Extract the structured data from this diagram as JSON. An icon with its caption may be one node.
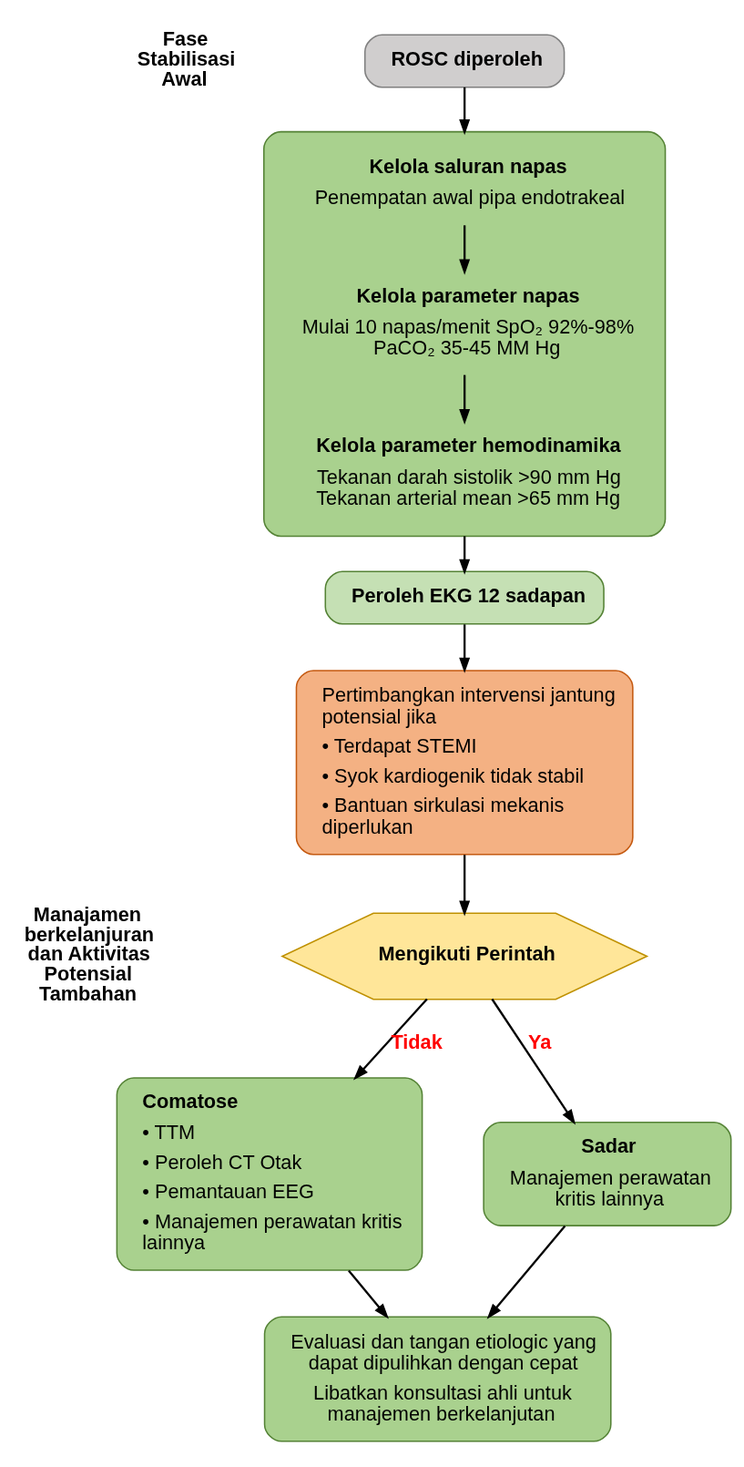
{
  "diagram": {
    "nodes": [
      {
        "text": [
          "ROSC diperoleh"
        ]
      },
      {
        "text": [],
        "shape": "box"
      },
      {
        "text": [
          "Kelola saluran napas",
          "Penempatan awal pipa endotrakeal"
        ],
        "in": 1
      },
      {
        "text": [
          "Kelola parameter napas",
          "Mulai 10 napas/menit SpO₂ 92%-98% PaCO₂ 35-45 MM Hg"
        ],
        "in": 1
      },
      {
        "text": [
          "Kelola parameter hemodinamika",
          "Tekanan darah sistolik >90 mm Hg Tekanan arterial mean >65 mm Hg"
        ],
        "in": 1
      },
      {
        "text": [
          "Peroleh EKG 12 sadapan"
        ]
      },
      {
        "text": [
          "Pertimbangkan intervensi jantung potensial jika",
          "• Terdapat STEMI",
          "• Syok kardiogenik tidak stabil",
          "• Bantuan sirkulasi mekanis diperlukan"
        ]
      },
      {
        "text": [
          "Mengikuti Perintah"
        ]
      },
      {
        "text": [
          "Comatose",
          "• TTM",
          "• Peroleh CT Otak",
          "• Pemantauan EEG",
          "• Manajemen perawatan kritis lainnya"
        ]
      },
      {
        "text": [
          "Sadar",
          "Manajemen perawatan kritis lainnya"
        ]
      },
      {
        "text": [
          "Evaluasi dan tangan etiologic yang dapat dipulihkan dengan cepat",
          "Libatkan konsultasi ahli untuk manajemen berkelanjutan"
        ]
      }
    ],
    "edges": [
      {
        "from": 0,
        "to": 1,
        "arrow": "to"
      },
      {
        "from": 2,
        "to": 3,
        "arrow": "to"
      },
      {
        "from": 3,
        "to": 4,
        "arrow": "to"
      },
      {
        "from": 1,
        "to": 5,
        "arrow": "to"
      },
      {
        "from": 5,
        "to": 6,
        "arrow": "to"
      },
      {
        "from": 6,
        "to": 7,
        "arrow": "to"
      },
      {
        "from": 7,
        "to": 8,
        "arrow": "to",
        "label": "Tidak"
      },
      {
        "from": 7,
        "to": 9,
        "arrow": "to",
        "label": "Ya"
      },
      {
        "from": 8,
        "to": 10,
        "arrow": "to"
      },
      {
        "from": 9,
        "to": 10,
        "arrow": "to"
      }
    ],
    "labels": [
      "Fase Stabilisasi Awal",
      "Manajamen berkelanjuran dan Aktivitas Potensial Tambahan"
    ]
  }
}
